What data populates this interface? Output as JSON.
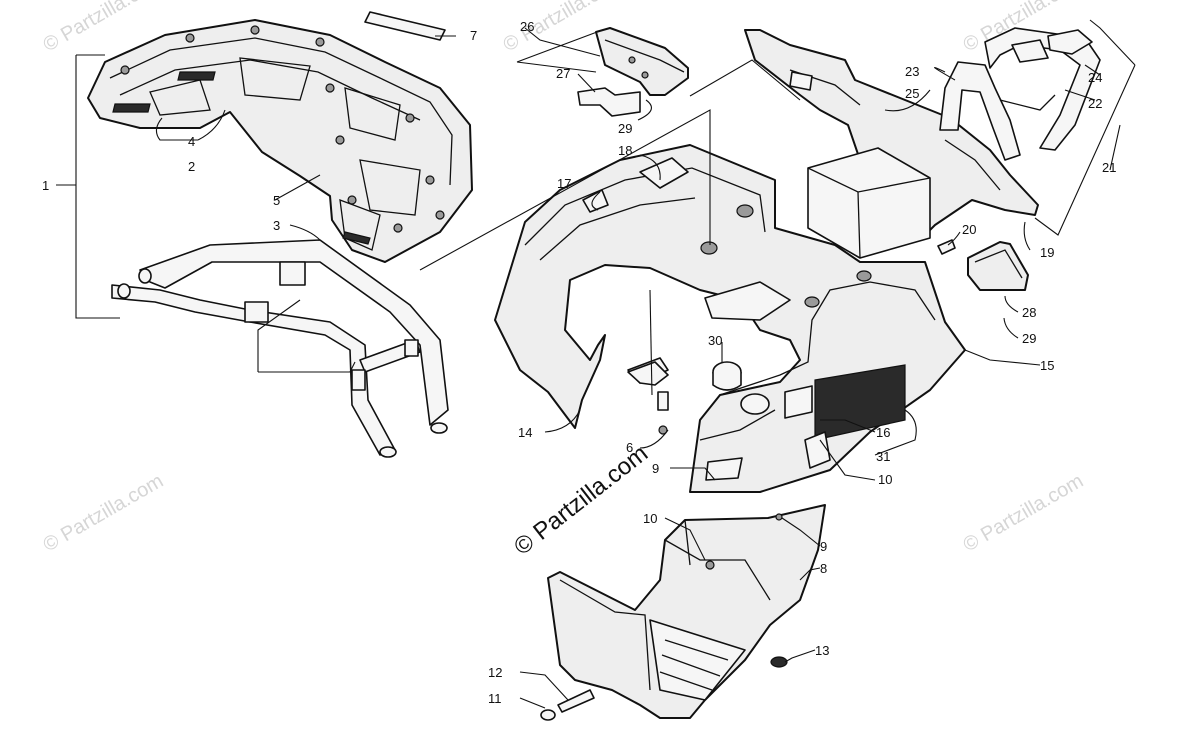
{
  "watermark": {
    "text": "© Partzilla.com"
  },
  "callouts": [
    {
      "id": "callout-1",
      "label": "1"
    },
    {
      "id": "callout-2",
      "label": "2"
    },
    {
      "id": "callout-3",
      "label": "3"
    },
    {
      "id": "callout-4",
      "label": "4"
    },
    {
      "id": "callout-5",
      "label": "5"
    },
    {
      "id": "callout-6",
      "label": "6"
    },
    {
      "id": "callout-7",
      "label": "7"
    },
    {
      "id": "callout-8",
      "label": "8"
    },
    {
      "id": "callout-9a",
      "label": "9"
    },
    {
      "id": "callout-9b",
      "label": "9"
    },
    {
      "id": "callout-10a",
      "label": "10"
    },
    {
      "id": "callout-10b",
      "label": "10"
    },
    {
      "id": "callout-11",
      "label": "11"
    },
    {
      "id": "callout-12",
      "label": "12"
    },
    {
      "id": "callout-13",
      "label": "13"
    },
    {
      "id": "callout-14",
      "label": "14"
    },
    {
      "id": "callout-15",
      "label": "15"
    },
    {
      "id": "callout-16",
      "label": "16"
    },
    {
      "id": "callout-17",
      "label": "17"
    },
    {
      "id": "callout-18",
      "label": "18"
    },
    {
      "id": "callout-19",
      "label": "19"
    },
    {
      "id": "callout-20",
      "label": "20"
    },
    {
      "id": "callout-21",
      "label": "21"
    },
    {
      "id": "callout-22",
      "label": "22"
    },
    {
      "id": "callout-23",
      "label": "23"
    },
    {
      "id": "callout-24",
      "label": "24"
    },
    {
      "id": "callout-25",
      "label": "25"
    },
    {
      "id": "callout-26",
      "label": "26"
    },
    {
      "id": "callout-27",
      "label": "27"
    },
    {
      "id": "callout-28",
      "label": "28"
    },
    {
      "id": "callout-29a",
      "label": "29"
    },
    {
      "id": "callout-29b",
      "label": "29"
    },
    {
      "id": "callout-30",
      "label": "30"
    },
    {
      "id": "callout-31",
      "label": "31"
    }
  ]
}
